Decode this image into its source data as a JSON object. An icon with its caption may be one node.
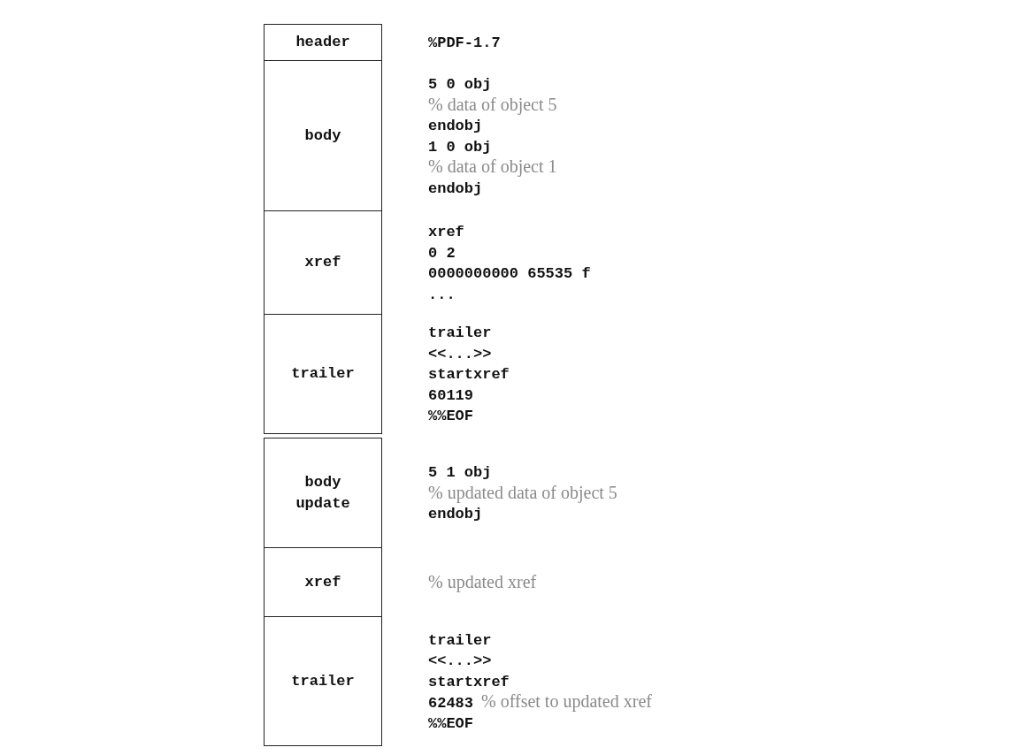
{
  "diagram": {
    "nodes": [
      {
        "text": [
          "header"
        ],
        "beside": [
          "%PDF-1.7"
        ]
      },
      {
        "text": [
          "body"
        ],
        "beside": [
          "5 0 obj",
          "% data of object 5",
          "endobj",
          "1 0 obj",
          "% data of object 1",
          "endobj"
        ]
      },
      {
        "text": [
          "xref"
        ],
        "beside": [
          "xref",
          "0 2",
          "0000000000 65535 f",
          "..."
        ]
      },
      {
        "text": [
          "trailer"
        ],
        "beside": [
          "trailer",
          "<<...>>",
          "startxref",
          "60119",
          "%%EOF"
        ]
      },
      {
        "text": [
          "body update"
        ],
        "beside": [
          "5 1 obj",
          "% updated data of object 5",
          "endobj"
        ]
      },
      {
        "text": [
          "xref"
        ],
        "beside": [
          "% updated xref"
        ]
      },
      {
        "text": [
          "trailer"
        ],
        "beside": [
          "trailer",
          "<<...>>",
          "startxref",
          "62483",
          "% offset to updated xref",
          "%%EOF"
        ]
      }
    ]
  }
}
